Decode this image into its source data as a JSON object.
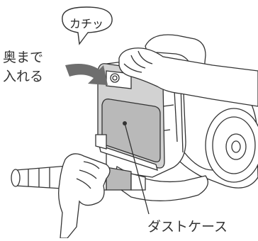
{
  "bubble": {
    "text": "カチッ"
  },
  "instruction": {
    "line1": "奥まで",
    "line2": "入れる"
  },
  "callout": {
    "label": "ダストケース"
  },
  "colors": {
    "line": "#333333",
    "arrow": "#6e6e6e",
    "case_fill": "#b9b9b9",
    "case_fill_light": "#d2d2d2",
    "background": "#ffffff"
  },
  "icons": [
    "speech-bubble",
    "push-arrow",
    "hand",
    "vacuum-cleaner",
    "dust-case",
    "hose",
    "wheel"
  ]
}
